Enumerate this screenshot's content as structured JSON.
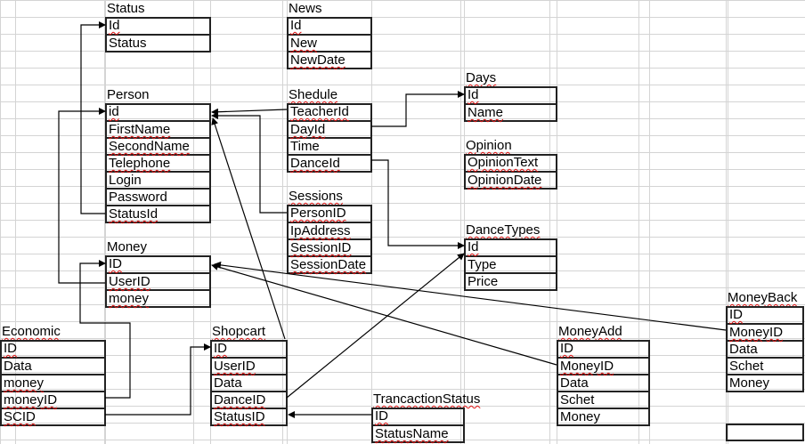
{
  "tables": {
    "status": {
      "name": "Status",
      "fields": [
        "Id",
        "Status"
      ]
    },
    "news": {
      "name": "News",
      "fields": [
        "Id",
        "New",
        "NewDate"
      ]
    },
    "days": {
      "name": "Days",
      "fields": [
        "Id",
        "Name"
      ]
    },
    "person": {
      "name": "Person",
      "fields": [
        "id",
        "FirstName",
        "SecondName",
        "Telephone",
        "Login",
        "Password",
        "StatusId"
      ]
    },
    "shedule": {
      "name": "Shedule",
      "fields": [
        "TeacherId",
        "DayId",
        "Time",
        "DanceId"
      ]
    },
    "opinion": {
      "name": "Opinion",
      "fields": [
        "OpinionText",
        "OpinionDate"
      ]
    },
    "sessions": {
      "name": "Sessions",
      "fields": [
        "PersonID",
        "IpAddress",
        "SessionID",
        "SessionDate"
      ]
    },
    "dancetypes": {
      "name": "DanceTypes",
      "fields": [
        "Id",
        "Type",
        "Price"
      ]
    },
    "money": {
      "name": "Money",
      "fields": [
        "ID",
        "UserID",
        "money"
      ]
    },
    "moneyback": {
      "name": "MoneyBack",
      "fields": [
        "ID",
        "MoneyID",
        "Data",
        "Schet",
        "Money"
      ]
    },
    "economic": {
      "name": "Economic",
      "fields": [
        "ID",
        "Data",
        "money",
        "moneyID",
        "SCID"
      ]
    },
    "shopcart": {
      "name": "Shopcart",
      "fields": [
        "ID",
        "UserID",
        "Data",
        "DanceID",
        "StatusID"
      ]
    },
    "moneyadd": {
      "name": "MoneyAdd",
      "fields": [
        "ID",
        "MoneyID",
        "Data",
        "Schet",
        "Money"
      ]
    },
    "trancactionstatus": {
      "name": "TrancactionStatus",
      "fields": [
        "ID",
        "StatusName"
      ]
    }
  },
  "relations": [
    {
      "from": "person.StatusId",
      "to": "status.Id"
    },
    {
      "from": "shedule.TeacherId",
      "to": "person.id"
    },
    {
      "from": "sessions.PersonID",
      "to": "person.id"
    },
    {
      "from": "money.UserID",
      "to": "person.id"
    },
    {
      "from": "shopcart.ID",
      "to": "person.id"
    },
    {
      "from": "shedule.DayId",
      "to": "days.Id"
    },
    {
      "from": "shedule.DanceId",
      "to": "dancetypes.Id"
    },
    {
      "from": "shopcart.DanceID",
      "to": "dancetypes.Id"
    },
    {
      "from": "economic.moneyID",
      "to": "money.ID"
    },
    {
      "from": "economic.SCID",
      "to": "shopcart.ID"
    },
    {
      "from": "moneyadd.MoneyID",
      "to": "money.ID"
    },
    {
      "from": "moneyback.MoneyID",
      "to": "money.ID"
    },
    {
      "from": "trancactionstatus.ID",
      "to": "shopcart.StatusID"
    }
  ],
  "colors": {
    "grid": "#d4d4d4",
    "border": "#222222",
    "arrow": "#000000",
    "spellcheck": "#dd1111"
  }
}
